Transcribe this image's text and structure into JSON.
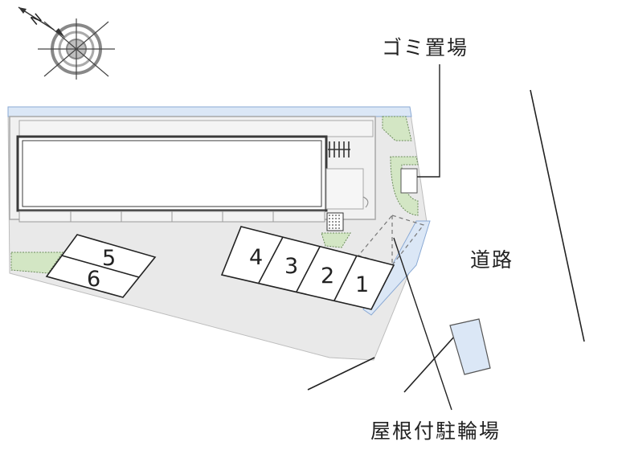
{
  "compass": {
    "north_label": "N",
    "icon": "compass-rose-icon"
  },
  "labels": {
    "garbage": "ゴミ置場",
    "road": "道路",
    "bike_parking": "屋根付駐輪場"
  },
  "parking_spaces": [
    "1",
    "2",
    "3",
    "4",
    "5",
    "6"
  ],
  "colors": {
    "ground": "#e9e9e9",
    "building_edge": "#9a9a9a",
    "green": "#d3e6c4",
    "blue": "#dbe7f6",
    "blue_edge": "#8aa9d4",
    "line": "#222222"
  }
}
